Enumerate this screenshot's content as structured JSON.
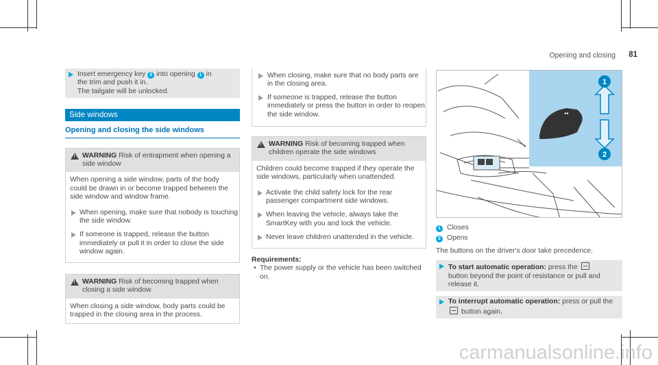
{
  "header": {
    "title": "Opening and closing",
    "page_number": "81"
  },
  "col1": {
    "tailgate_step": {
      "line1_before": "Insert emergency key ",
      "badge_a": "2",
      "line1_mid": " into opening ",
      "badge_b": "1",
      "line1_after": " in",
      "line2": "the trim and push it in.",
      "line3": "The tailgate will be unlocked."
    },
    "section_title": "Side windows",
    "subsection_title": "Opening and closing the side windows",
    "warning1": {
      "label": "WARNING",
      "title": " Risk of entrapment when opening a side window",
      "body": "When opening a side window, parts of the body could be drawn in or become trapped between the side window and window frame.",
      "steps": [
        "When opening, make sure that nobody is touching the side window.",
        "If someone is trapped, release the button immediately or pull it in order to close the side window again."
      ]
    },
    "warning2": {
      "label": "WARNING",
      "title": " Risk of becoming trapped when closing a side window",
      "body": "When closing a side window, body parts could be trapped in the closing area in the process."
    }
  },
  "col2": {
    "cont_steps": [
      "When closing, make sure that no body parts are in the closing area.",
      "If someone is trapped, release the button immediately or press the button in order to reopen the side window."
    ],
    "warning3": {
      "label": "WARNING",
      "title": " Risk of becoming trapped when children operate the side windows",
      "body": "Children could become trapped if they operate the side windows, particularly when unattended.",
      "steps": [
        "Activate the child safety lock for the rear passenger compartment side windows.",
        "When leaving the vehicle, always take the SmartKey with you and lock the vehicle.",
        "Never leave children unattended in the vehicle."
      ]
    },
    "requirements_title": "Requirements:",
    "requirements": [
      "The power supply or the vehicle has been switched on."
    ]
  },
  "col3": {
    "illustration": {
      "callout_1": "1",
      "callout_2": "2"
    },
    "legend": [
      {
        "badge": "1",
        "label": "Closes"
      },
      {
        "badge": "2",
        "label": "Opens"
      }
    ],
    "precedence_note": "The buttons on the driver's door take precedence.",
    "step_auto_start": {
      "label": "To start automatic operation:",
      "text_before": " press the ",
      "text_after": "button beyond the point of resistance or pull and release it."
    },
    "step_auto_interrupt": {
      "label": "To interrupt automatic operation:",
      "text_before": " press or pull the ",
      "text_after": " button again."
    }
  },
  "colors": {
    "accent": "#00a9e0",
    "section_bar": "#0086c3",
    "subhead": "#0071b6",
    "illustration_panel": "#a9d5ef"
  },
  "watermark": "carmanualsonline.info"
}
